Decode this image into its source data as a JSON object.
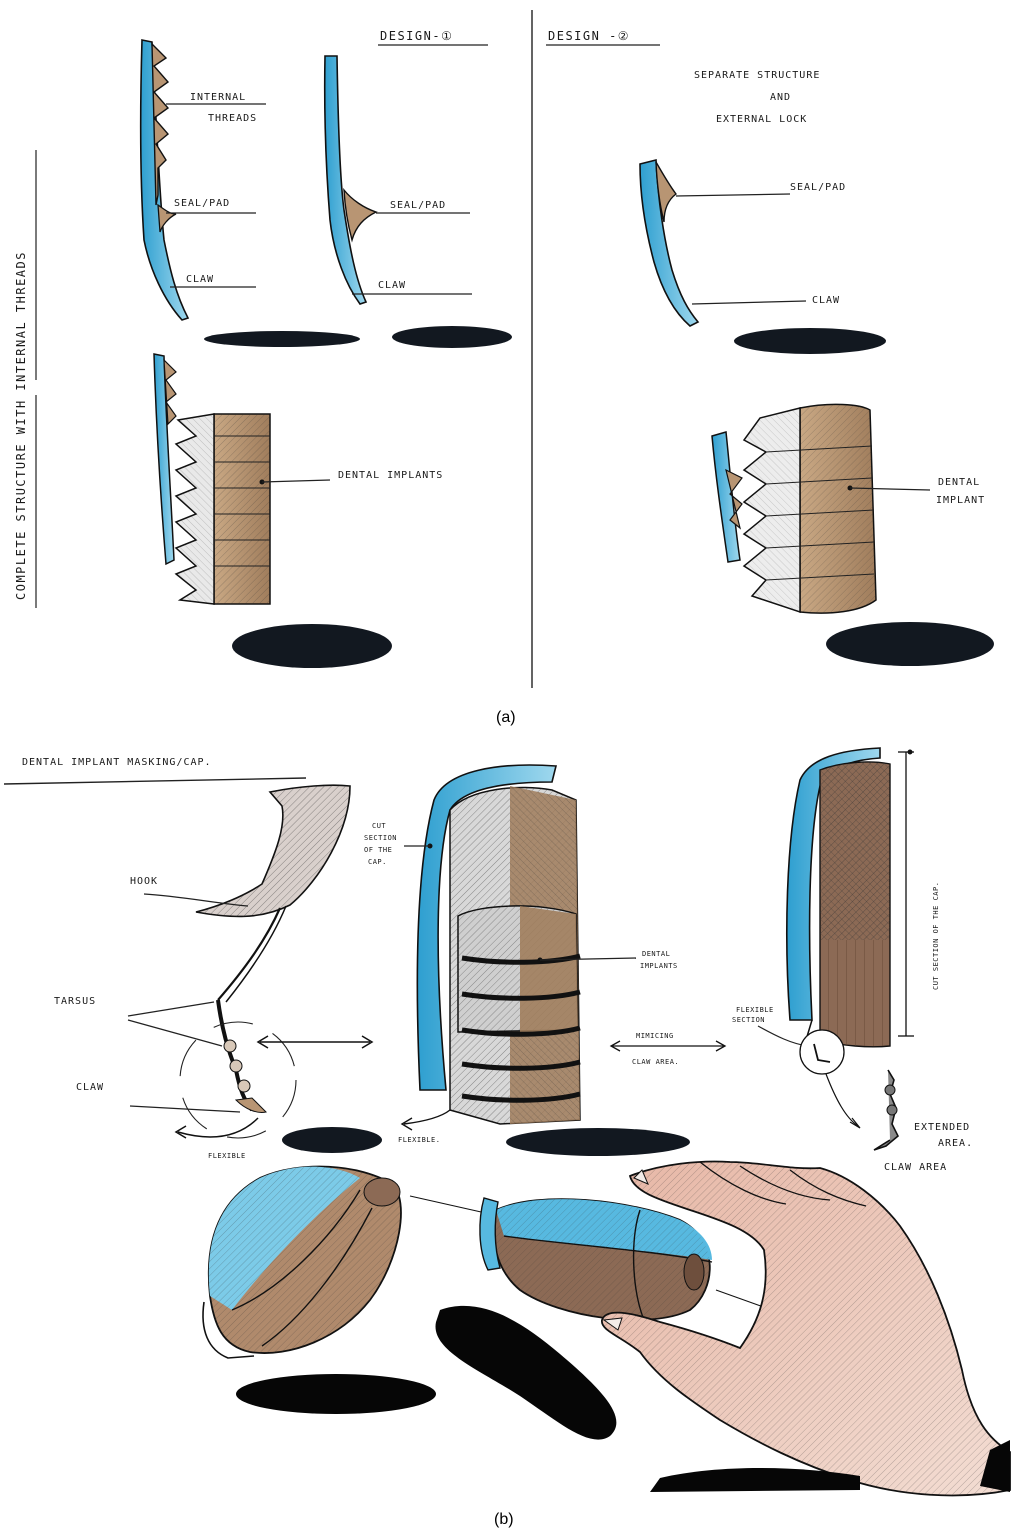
{
  "panels": {
    "a": "(a)",
    "b": "(b)"
  },
  "design1": {
    "heading": "DESIGN-①",
    "side_caption": "COMPLETE STRUCTURE WITH INTERNAL THREADS",
    "labels": {
      "internal_threads_1": "INTERNAL",
      "internal_threads_2": "THREADS",
      "seal_pad_left": "SEAL/PAD",
      "seal_pad_right": "SEAL/PAD",
      "claw_left": "CLAW",
      "claw_right": "CLAW",
      "dental_implants": "DENTAL IMPLANTS"
    }
  },
  "design2": {
    "heading": "DESIGN -②",
    "subtitle_1": "SEPARATE STRUCTURE",
    "subtitle_2": "AND",
    "subtitle_3": "EXTERNAL LOCK",
    "labels": {
      "seal_pad": "SEAL/PAD",
      "claw": "CLAW",
      "dental_implant_1": "DENTAL",
      "dental_implant_2": "IMPLANT"
    }
  },
  "cap": {
    "heading": "DENTAL IMPLANT MASKING/CAP.",
    "labels": {
      "hook": "HOOK",
      "tarsus": "TARSUS",
      "claw": "CLAW",
      "flexible_left": "FLEXIBLE",
      "flexible_mid": "FLEXIBLE.",
      "cut_section_1": "CUT",
      "cut_section_2": "SECTION",
      "cut_section_3": "OF THE",
      "cut_section_4": "CAP.",
      "dental_implants_1": "DENTAL",
      "dental_implants_2": "IMPLANTS",
      "mimicing_1": "MIMICING",
      "mimicing_2": "CLAW AREA.",
      "flexible_section_1": "FLEXIBLE",
      "flexible_section_2": "SECTION",
      "cut_section_cap": "CUT SECTION OF THE CAP.",
      "extended_area_1": "EXTENDED",
      "extended_area_2": "AREA.",
      "claw_area": "CLAW AREA"
    }
  },
  "colors": {
    "blue": "#4fb3dc",
    "tan": "#b89573",
    "brown": "#8c6a55",
    "shadow": "#121820",
    "skin": "#d7a08f"
  }
}
